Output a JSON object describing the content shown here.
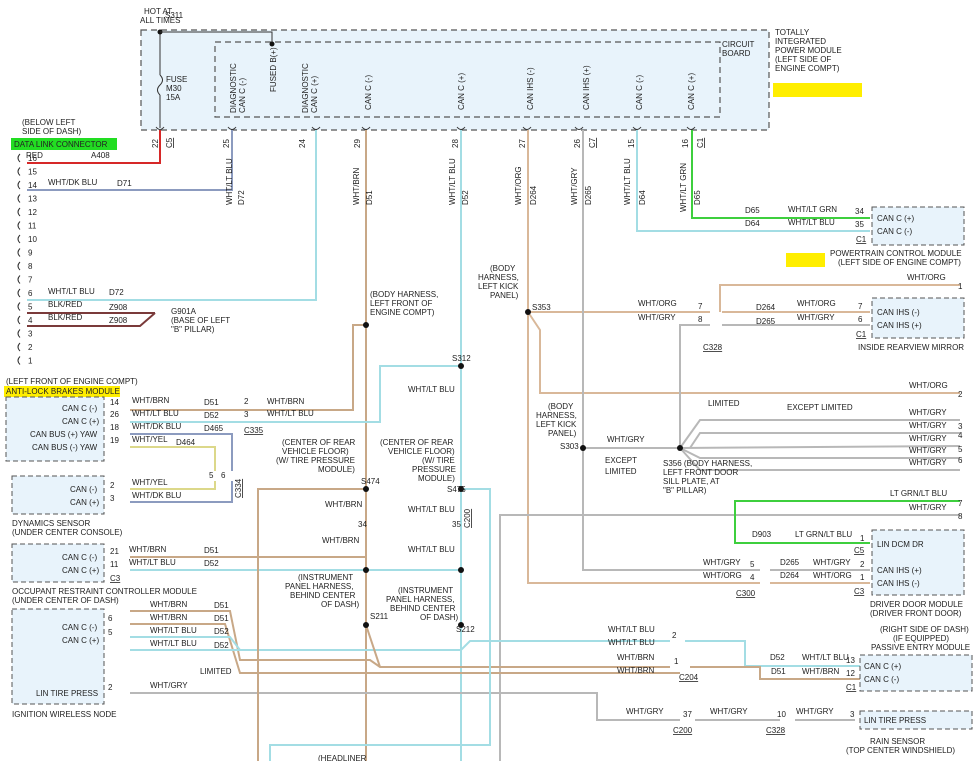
{
  "colors": {
    "red": "#d62828",
    "blue": "#8c9bbf",
    "cyan": "#a3dde4",
    "tan": "#c8a887",
    "gray": "#b8b8b8",
    "green": "#3ecf3e",
    "yellow_hl": "#ffee00",
    "green_hl": "#22dd22",
    "box_fill": "#e8f3fb",
    "dark": "#6b4a3a",
    "ltyellow": "#dcd88a"
  },
  "components": {
    "tipm": {
      "name": "TOTALLY\nINTEGRATED\nPOWER MODULE\n(LEFT SIDE OF\nENGINE COMPT)",
      "hot": "HOT AT\nALL TIMES",
      "fuse": "FUSE\nM30\n15A",
      "board": "CIRCUIT\nBOARD",
      "conn": "C5",
      "labels": [
        "DIAGNOSTIC\nCAN C (-)",
        "DIAGNOSTIC\nCAN C (+)",
        "CAN C (-)",
        "CAN C (+)",
        "CAN IHS (-)",
        "CAN IHS (+)",
        "CAN C (-)",
        "CAN C (+)"
      ],
      "fusedb": "FUSED B(+)"
    },
    "dlc": {
      "loc": "(BELOW LEFT\nSIDE OF DASH)",
      "name": "DATA LINK CONNECTOR"
    },
    "pcm": {
      "name": "POWERTRAIN CONTROL MODULE\n(LEFT SIDE OF ENGINE COMPT)",
      "pins": [
        "CAN C (+)",
        "CAN C (-)"
      ],
      "conn": "C1"
    },
    "mirror": {
      "name": "INSIDE REARVIEW MIRROR",
      "pins": [
        "CAN IHS (-)",
        "CAN IHS (+)"
      ],
      "conn": "C1"
    },
    "abs": {
      "loc": "(LEFT FRONT OF ENGINE COMPT)",
      "name": "ANTI-LOCK BRAKES MODULE",
      "pins": [
        "CAN C (-)",
        "CAN C (+)",
        "CAN BUS (+) YAW",
        "CAN BUS (-) YAW"
      ]
    },
    "dyn": {
      "name": "DYNAMICS SENSOR\n(UNDER CENTER CONSOLE)",
      "pins": [
        "CAN (-)",
        "CAN (+)"
      ]
    },
    "orc": {
      "name": "OCCUPANT RESTRAINT CONTROLLER MODULE\n(UNDER CENTER OF DASH)",
      "pins": [
        "CAN C (-)",
        "CAN C (+)"
      ],
      "conn": "C3"
    },
    "ign": {
      "name": "IGNITION WIRELESS NODE",
      "pins": [
        "CAN C (-)",
        "CAN C (+)",
        "LIN TIRE PRESS"
      ]
    },
    "ddm": {
      "name": "DRIVER DOOR MODULE\n(DRIVER FRONT DOOR)",
      "pins": [
        "LIN DCM DR",
        "CAN IHS (+)",
        "CAN IHS (-)"
      ],
      "conns": [
        "C5",
        "C3"
      ]
    },
    "pem": {
      "name": "(RIGHT SIDE OF DASH)\n(IF EQUIPPED)\nPASSIVE ENTRY MODULE",
      "pins": [
        "CAN C (+)",
        "CAN C (-)"
      ],
      "conn": "C1"
    },
    "rain": {
      "name": "RAIN SENSOR\n(TOP CENTER WINDSHIELD)",
      "pins": [
        "LIN TIRE PRESS"
      ]
    }
  },
  "splices": {
    "s311": "(BODY HARNESS,\nLEFT FRONT OF\nENGINE COMPT)",
    "s353": "(BODY\nHARNESS,\nLEFT KICK\nPANEL)",
    "s303": "(BODY\nHARNESS,\nLEFT KICK\nPANEL)",
    "s356": "S356 (BODY HARNESS,\nLEFT FRONT DOOR\nSILL PLATE, AT\n\"B\" PILLAR)",
    "s474": "(CENTER OF REAR\nVEHICLE FLOOR)\n(W/ TIRE PRESSURE\nMODULE)",
    "s475": "(CENTER OF REAR\nVEHICLE FLOOR)\n(W/ TIRE\nPRESSURE\nMODULE)",
    "s211": "(INSTRUMENT\nPANEL HARNESS,\nBEHIND CENTER\nOF DASH)",
    "s212": "(INSTRUMENT\nPANEL HARNESS,\nBEHIND CENTER\nOF DASH)",
    "g901a": "G901A\n(BASE OF LEFT\n\"B\" PILLAR)",
    "headliner": "(HEADLINER"
  },
  "notes": {
    "limited": "LIMITED",
    "except_limited": "EXCEPT LIMITED",
    "except_limited2": "EXCEPT\nLIMITED"
  },
  "texts": [
    [
      "165",
      "18",
      "S311"
    ],
    [
      "452",
      "361",
      "S312"
    ],
    [
      "532",
      "310",
      "S353"
    ],
    [
      "560",
      "449",
      "S303"
    ],
    [
      "361",
      "484",
      "S474"
    ],
    [
      "447",
      "492",
      "S475"
    ],
    [
      "370",
      "619",
      "S211"
    ],
    [
      "456",
      "632",
      "S212"
    ],
    [
      "26",
      "158",
      "RED"
    ],
    [
      "91",
      "158",
      "A408"
    ],
    [
      "48",
      "185",
      "WHT/DK BLU"
    ],
    [
      "117",
      "186",
      "D71"
    ],
    [
      "48",
      "294",
      "WHT/LT BLU"
    ],
    [
      "109",
      "295",
      "D72"
    ],
    [
      "48",
      "307",
      "BLK/RED"
    ],
    [
      "109",
      "310",
      "Z908"
    ],
    [
      "48",
      "320",
      "BLK/RED"
    ],
    [
      "109",
      "323",
      "Z908"
    ],
    [
      "132",
      "403",
      "WHT/BRN"
    ],
    [
      "204",
      "405",
      "D51"
    ],
    [
      "132",
      "416",
      "WHT/LT BLU"
    ],
    [
      "204",
      "418",
      "D52"
    ],
    [
      "132",
      "429",
      "WHT/DK BLU"
    ],
    [
      "204",
      "431",
      "D465"
    ],
    [
      "132",
      "442",
      "WHT/YEL"
    ],
    [
      "176",
      "445",
      "D464"
    ],
    [
      "267",
      "404",
      "WHT/BRN"
    ],
    [
      "267",
      "416",
      "WHT/LT BLU"
    ],
    [
      "132",
      "485",
      "WHT/YEL"
    ],
    [
      "132",
      "498",
      "WHT/DK BLU"
    ],
    [
      "129",
      "552",
      "WHT/BRN"
    ],
    [
      "204",
      "553",
      "D51"
    ],
    [
      "129",
      "565",
      "WHT/LT BLU"
    ],
    [
      "204",
      "566",
      "D52"
    ],
    [
      "150",
      "607",
      "WHT/BRN"
    ],
    [
      "214",
      "608",
      "D51"
    ],
    [
      "150",
      "620",
      "WHT/BRN"
    ],
    [
      "214",
      "621",
      "D51"
    ],
    [
      "150",
      "633",
      "WHT/LT BLU"
    ],
    [
      "214",
      "634",
      "D52"
    ],
    [
      "150",
      "646",
      "WHT/LT BLU"
    ],
    [
      "214",
      "648",
      "D52"
    ],
    [
      "150",
      "688",
      "WHT/GRY"
    ],
    [
      "200",
      "674",
      "LIMITED"
    ],
    [
      "745",
      "213",
      "D65"
    ],
    [
      "788",
      "212",
      "WHT/LT GRN"
    ],
    [
      "745",
      "226",
      "D64"
    ],
    [
      "788",
      "225",
      "WHT/LT BLU"
    ],
    [
      "907",
      "280",
      "WHT/ORG"
    ],
    [
      "638",
      "306",
      "WHT/ORG"
    ],
    [
      "638",
      "320",
      "WHT/GRY"
    ],
    [
      "756",
      "310",
      "D264"
    ],
    [
      "756",
      "324",
      "D265"
    ],
    [
      "797",
      "306",
      "WHT/ORG"
    ],
    [
      "797",
      "320",
      "WHT/GRY"
    ],
    [
      "909",
      "388",
      "WHT/ORG"
    ],
    [
      "607",
      "442",
      "WHT/GRY"
    ],
    [
      "708",
      "406",
      "LIMITED"
    ],
    [
      "787",
      "410",
      "EXCEPT LIMITED"
    ],
    [
      "605",
      "463",
      "EXCEPT"
    ],
    [
      "605",
      "474",
      "LIMITED"
    ],
    [
      "909",
      "415",
      "WHT/GRY"
    ],
    [
      "909",
      "428",
      "WHT/GRY"
    ],
    [
      "909",
      "441",
      "WHT/GRY"
    ],
    [
      "909",
      "453",
      "WHT/GRY"
    ],
    [
      "909",
      "465",
      "WHT/GRY"
    ],
    [
      "890",
      "496",
      "LT GRN/LT BLU"
    ],
    [
      "909",
      "510",
      "WHT/GRY"
    ],
    [
      "752",
      "537",
      "D903"
    ],
    [
      "795",
      "537",
      "LT GRN/LT BLU"
    ],
    [
      "703",
      "565",
      "WHT/GRY"
    ],
    [
      "703",
      "578",
      "WHT/ORG"
    ],
    [
      "780",
      "565",
      "D265"
    ],
    [
      "780",
      "578",
      "D264"
    ],
    [
      "813",
      "565",
      "WHT/GRY"
    ],
    [
      "813",
      "578",
      "WHT/ORG"
    ],
    [
      "608",
      "632",
      "WHT/LT BLU"
    ],
    [
      "608",
      "645",
      "WHT/LT BLU"
    ],
    [
      "617",
      "660",
      "WHT/BRN"
    ],
    [
      "617",
      "673",
      "WHT/BRN"
    ],
    [
      "770",
      "660",
      "D52"
    ],
    [
      "771",
      "674",
      "D51"
    ],
    [
      "802",
      "660",
      "WHT/LT BLU"
    ],
    [
      "802",
      "674",
      "WHT/BRN"
    ],
    [
      "626",
      "714",
      "WHT/GRY"
    ],
    [
      "710",
      "714",
      "WHT/GRY"
    ],
    [
      "796",
      "714",
      "WHT/GRY"
    ],
    [
      "408",
      "392",
      "WHT/LT BLU"
    ],
    [
      "325",
      "507",
      "WHT/BRN"
    ],
    [
      "408",
      "512",
      "WHT/LT BLU"
    ],
    [
      "322",
      "543",
      "WHT/BRN"
    ],
    [
      "408",
      "552",
      "WHT/LT BLU"
    ]
  ],
  "pins": {
    "dlc": [
      "16",
      "15",
      "14",
      "13",
      "12",
      "11",
      "10",
      "9",
      "8",
      "7",
      "6",
      "5",
      "4",
      "3",
      "2",
      "1"
    ],
    "tipm_bottom": [
      "22",
      "25",
      "24",
      "29",
      "28",
      "27",
      "26",
      "15",
      "16"
    ],
    "abs": [
      "14",
      "26",
      "18",
      "19"
    ],
    "abs_conn": [
      "2",
      "3"
    ],
    "c335": "C335",
    "c334": "C334",
    "dyn": [
      "2",
      "3"
    ],
    "orc": [
      "21",
      "11"
    ],
    "ign": [
      "6",
      "5",
      "2"
    ],
    "pcm": [
      "34",
      "35"
    ],
    "mirror": [
      "7",
      "6"
    ],
    "c328a": [
      "7",
      "8"
    ],
    "c328a_name": "C328",
    "splice_right": [
      "1",
      "2",
      "3",
      "4",
      "5",
      "6",
      "7",
      "8"
    ],
    "ddm": [
      "1",
      "2",
      "1"
    ],
    "c300": [
      "5",
      "4"
    ],
    "c300_name": "C300",
    "c200": [
      "34",
      "35"
    ],
    "c200_name": "C200",
    "pem": [
      "13",
      "12"
    ],
    "c204": [
      "2",
      "1"
    ],
    "c204_name": "C204",
    "rain": [
      "3"
    ],
    "c200b": "37",
    "c328b": "10",
    "c328b_name": "C328",
    "c200b_name": "C200"
  },
  "vertical_wires": [
    [
      "232",
      "WHT/LT BLU"
    ],
    [
      "244",
      "D72"
    ],
    [
      "359",
      "WHT/BRN"
    ],
    [
      "372",
      "D51"
    ],
    [
      "455",
      "WHT/LT BLU"
    ],
    [
      "468",
      "D52"
    ],
    [
      "521",
      "WHT/ORG"
    ],
    [
      "536",
      "D264"
    ],
    [
      "577",
      "WHT/GRY"
    ],
    [
      "591",
      "D265"
    ],
    [
      "630",
      "WHT/LT BLU"
    ],
    [
      "645",
      "D64"
    ],
    [
      "686",
      "WHT/LT GRN"
    ],
    [
      "700",
      "D65"
    ]
  ]
}
